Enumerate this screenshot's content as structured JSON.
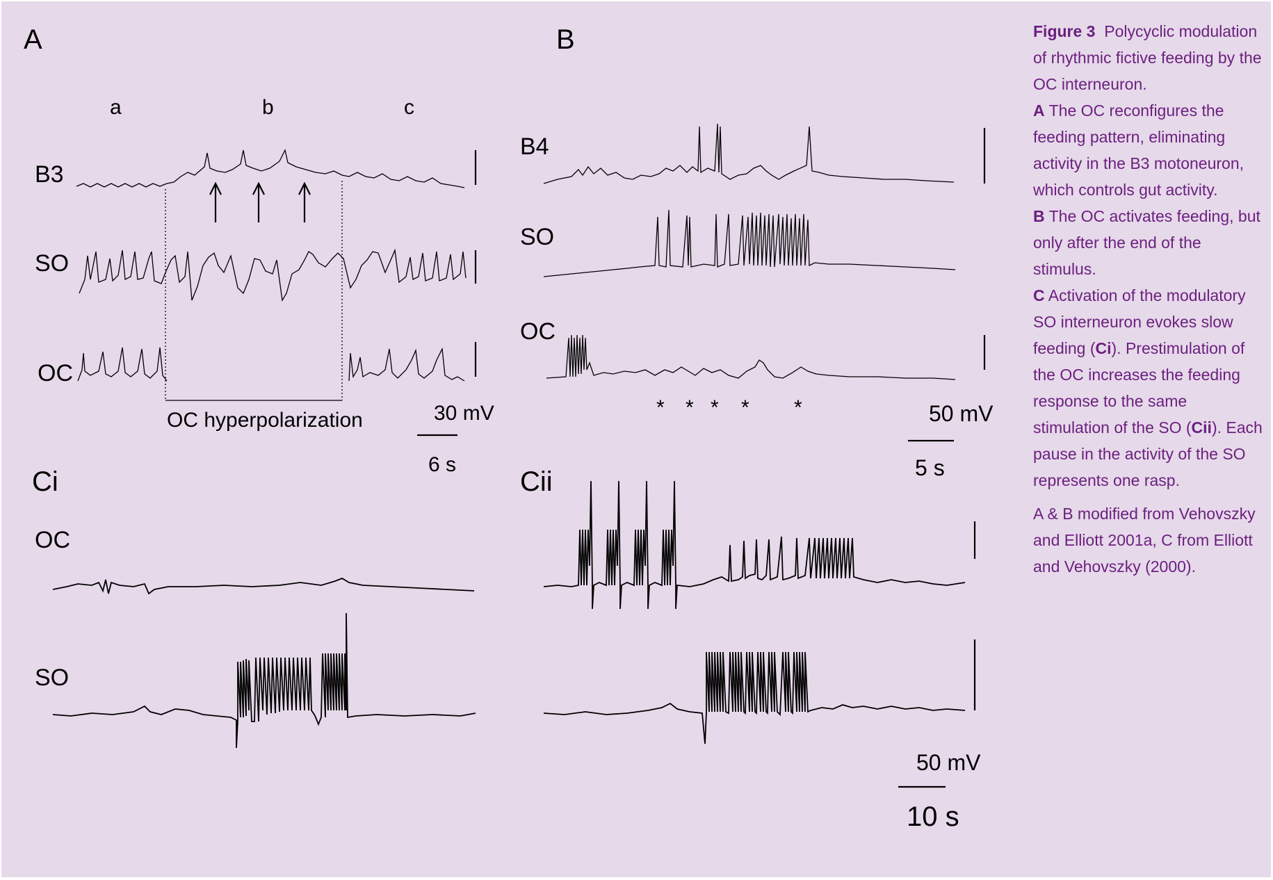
{
  "figure": {
    "panels": {
      "A": {
        "label": "A",
        "phase_labels": [
          "a",
          "b",
          "c"
        ],
        "traces": [
          "B3",
          "SO",
          "OC"
        ],
        "annotation": "OC hyperpolarization",
        "scale_voltage": "30 mV",
        "scale_time": "6 s"
      },
      "B": {
        "label": "B",
        "traces": [
          "B4",
          "SO",
          "OC"
        ],
        "markers": [
          "*",
          "*",
          "*",
          "*",
          "*"
        ],
        "scale_voltage": "50 mV",
        "scale_time": "5 s"
      },
      "Ci": {
        "label": "Ci",
        "traces": [
          "OC",
          "SO"
        ]
      },
      "Cii": {
        "label": "Cii",
        "scale_voltage": "50 mV",
        "scale_time": "10 s"
      }
    },
    "caption": {
      "title": "Figure 3",
      "title_text": "Polycyclic modulation of rhythmic fictive feeding by the OC interneuron.",
      "A_key": "A",
      "A_text": "The OC reconfigures the feeding pattern, eliminating activity in the B3 motoneuron, which controls gut activity.",
      "B_key": "B",
      "B_text": "The OC activates feeding, but only after the end of the stimulus.",
      "C_key": "C",
      "C_text_1": "Activation of the modulatory SO interneuron evokes slow feeding (",
      "C_ref_1": "Ci",
      "C_text_2": "). Prestimulation of the OC increases the feeding response to the same stimulation of the SO (",
      "C_ref_2": "Cii",
      "C_text_3": "). Each pause in the activity of the SO represents one rasp.",
      "source": "A & B modified from Vehovszky and Elliott 2001a, C from Elliott and Vehovszky (2000)."
    },
    "colors": {
      "background": "#e6d9ea",
      "caption_text": "#6b1f7e",
      "trace": "#000000"
    }
  }
}
